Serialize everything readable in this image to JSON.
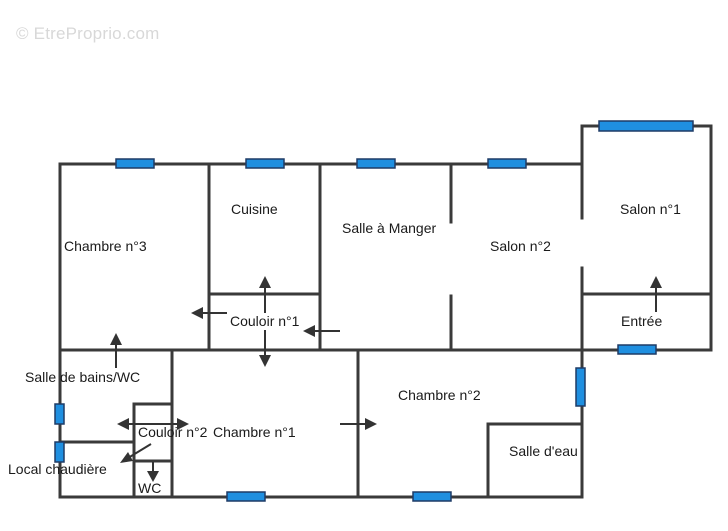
{
  "watermark": "© EtreProprio.com",
  "colors": {
    "wall": "#3a3a3a",
    "window": "#1f8fe0",
    "arrow": "#333333"
  },
  "rooms": {
    "chambre3": "Chambre n°3",
    "cuisine": "Cuisine",
    "salle_manger": "Salle à Manger",
    "salon2": "Salon n°2",
    "salon1": "Salon n°1",
    "couloir1": "Couloir n°1",
    "entree": "Entrée",
    "salle_bains": "Salle de bains/WC",
    "couloir2": "Couloir n°2",
    "chambre1": "Chambre n°1",
    "chambre2": "Chambre n°2",
    "salle_eau": "Salle d'eau",
    "local_chaudiere": "Local chaudière",
    "wc": "WC"
  }
}
